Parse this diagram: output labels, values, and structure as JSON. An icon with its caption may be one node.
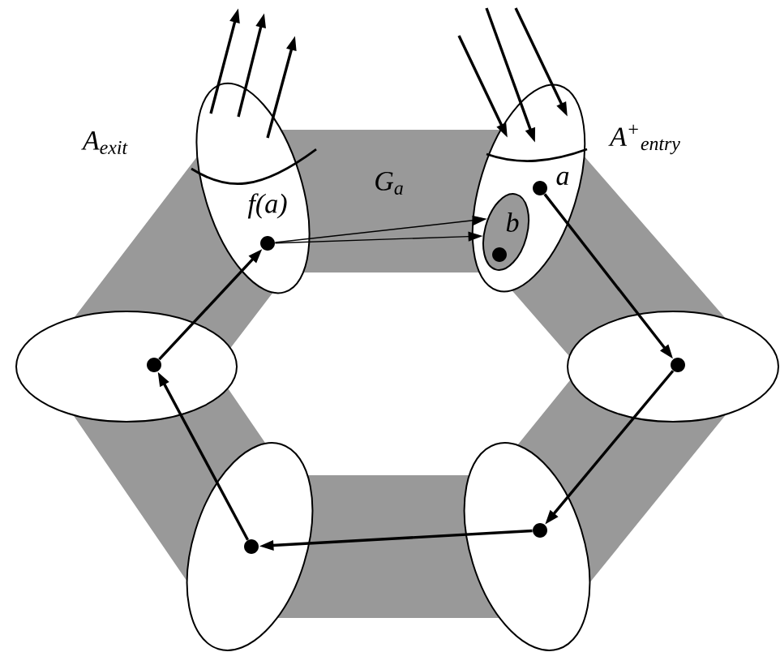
{
  "diagram": {
    "nodes": [
      {
        "text": [
          "A$_{exit}$"
        ]
      },
      {
        "text": [
          "A$^{+}$$_{entry}$"
        ]
      },
      {
        "text": [],
        "shape": "ellipse"
      },
      {
        "text": [],
        "shape": "ellipse"
      },
      {
        "text": [],
        "shape": "ellipse"
      },
      {
        "text": [],
        "shape": "ellipse"
      },
      {
        "text": [
          "b"
        ],
        "in": 1
      },
      {
        "text": [
          "a"
        ],
        "in": 1
      },
      {
        "text": [],
        "shape": "circle",
        "in": 6
      },
      {
        "text": [
          "f(a)"
        ],
        "in": 0
      },
      {
        "text": [],
        "shape": "circle",
        "in": 2
      },
      {
        "text": [],
        "shape": "circle",
        "in": 3
      },
      {
        "text": [],
        "shape": "circle",
        "in": 4
      },
      {
        "text": [],
        "shape": "circle",
        "in": 5
      }
    ],
    "edges": [
      {
        "from": null,
        "to": 1,
        "arrow": "to"
      },
      {
        "from": null,
        "to": 1,
        "arrow": "to"
      },
      {
        "from": null,
        "to": 1,
        "arrow": "to"
      },
      {
        "from": 0,
        "to": null,
        "arrow": "to"
      },
      {
        "from": 0,
        "to": null,
        "arrow": "to"
      },
      {
        "from": 0,
        "to": null,
        "arrow": "to"
      },
      {
        "from": 7,
        "to": 10,
        "arrow": "to"
      },
      {
        "from": 10,
        "to": 11,
        "arrow": "to"
      },
      {
        "from": 11,
        "to": 12,
        "arrow": "to"
      },
      {
        "from": 12,
        "to": 13,
        "arrow": "to"
      },
      {
        "from": 13,
        "to": 9,
        "arrow": "to"
      },
      {
        "from": 9,
        "to": 6,
        "arrow": "to"
      },
      {
        "from": 9,
        "to": 6,
        "arrow": "to"
      }
    ],
    "labels": [
      "G$_{a}$"
    ]
  }
}
